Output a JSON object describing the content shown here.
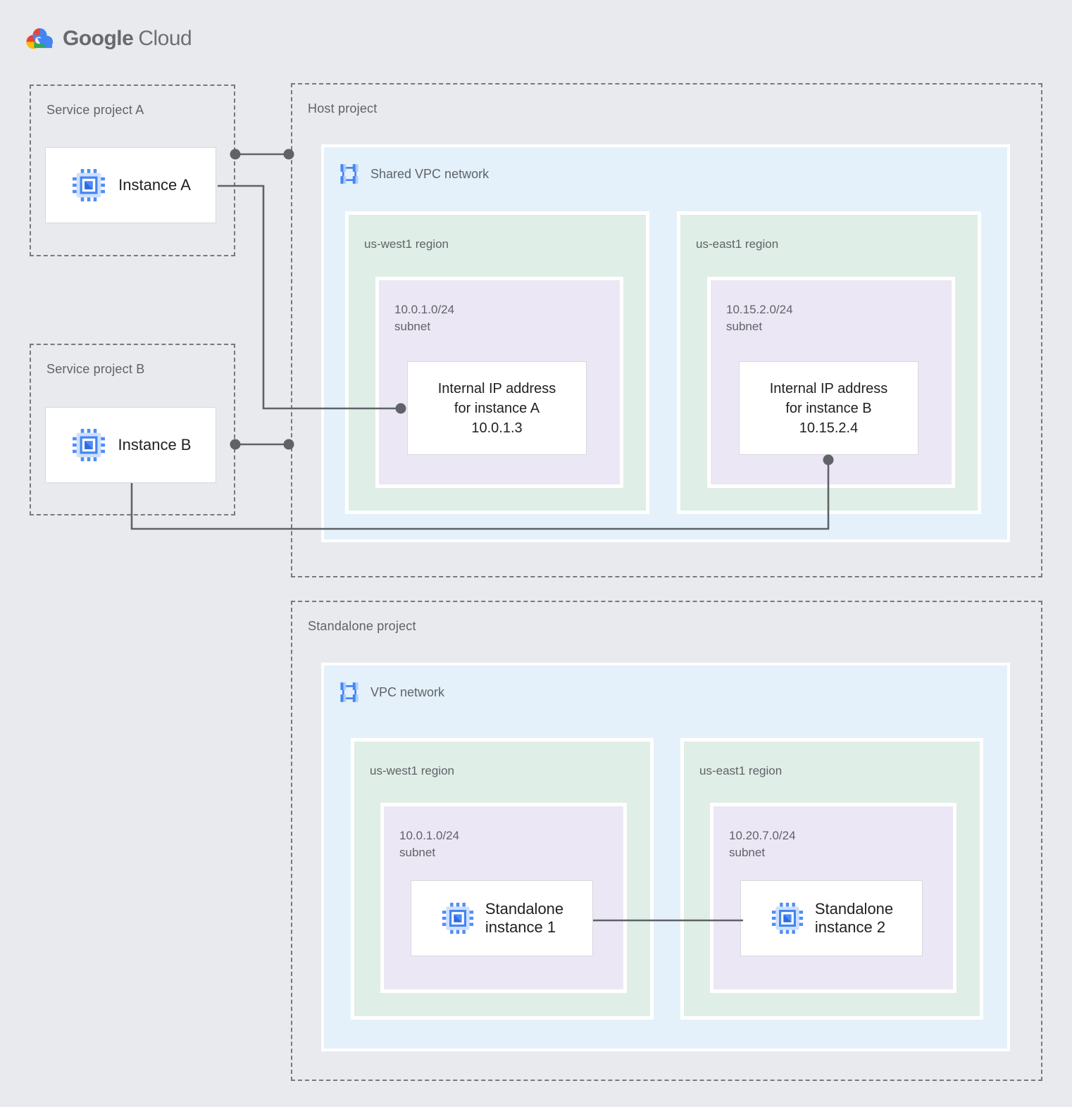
{
  "logo": {
    "google": "Google",
    "cloud": "Cloud"
  },
  "colors": {
    "background": "#e8eaed",
    "network_fill": "#e4f1fa",
    "region_fill": "#dfeee6",
    "subnet_fill": "#ece7f4",
    "connector": "#5f6368",
    "brand_blue": "#4285F4",
    "brand_red": "#EA4335",
    "brand_yellow": "#FBBC05",
    "brand_green": "#34A853"
  },
  "service_project_a": {
    "label": "Service project A",
    "instance_label": "Instance A"
  },
  "service_project_b": {
    "label": "Service project B",
    "instance_label": "Instance B"
  },
  "host_project": {
    "label": "Host project",
    "network_label": "Shared VPC network",
    "regions": [
      {
        "label": "us-west1 region",
        "subnet": {
          "cidr": "10.0.1.0/24",
          "word": "subnet"
        },
        "ip_card": {
          "line1": "Internal IP address",
          "line2": "for instance A",
          "line3": "10.0.1.3"
        }
      },
      {
        "label": "us-east1 region",
        "subnet": {
          "cidr": "10.15.2.0/24",
          "word": "subnet"
        },
        "ip_card": {
          "line1": "Internal IP address",
          "line2": "for instance B",
          "line3": "10.15.2.4"
        }
      }
    ]
  },
  "standalone_project": {
    "label": "Standalone project",
    "network_label": "VPC network",
    "regions": [
      {
        "label": "us-west1 region",
        "subnet": {
          "cidr": "10.0.1.0/24",
          "word": "subnet"
        },
        "instance": {
          "line1": "Standalone",
          "line2": "instance 1"
        }
      },
      {
        "label": "us-east1 region",
        "subnet": {
          "cidr": "10.20.7.0/24",
          "word": "subnet"
        },
        "instance": {
          "line1": "Standalone",
          "line2": "instance 2"
        }
      }
    ]
  }
}
